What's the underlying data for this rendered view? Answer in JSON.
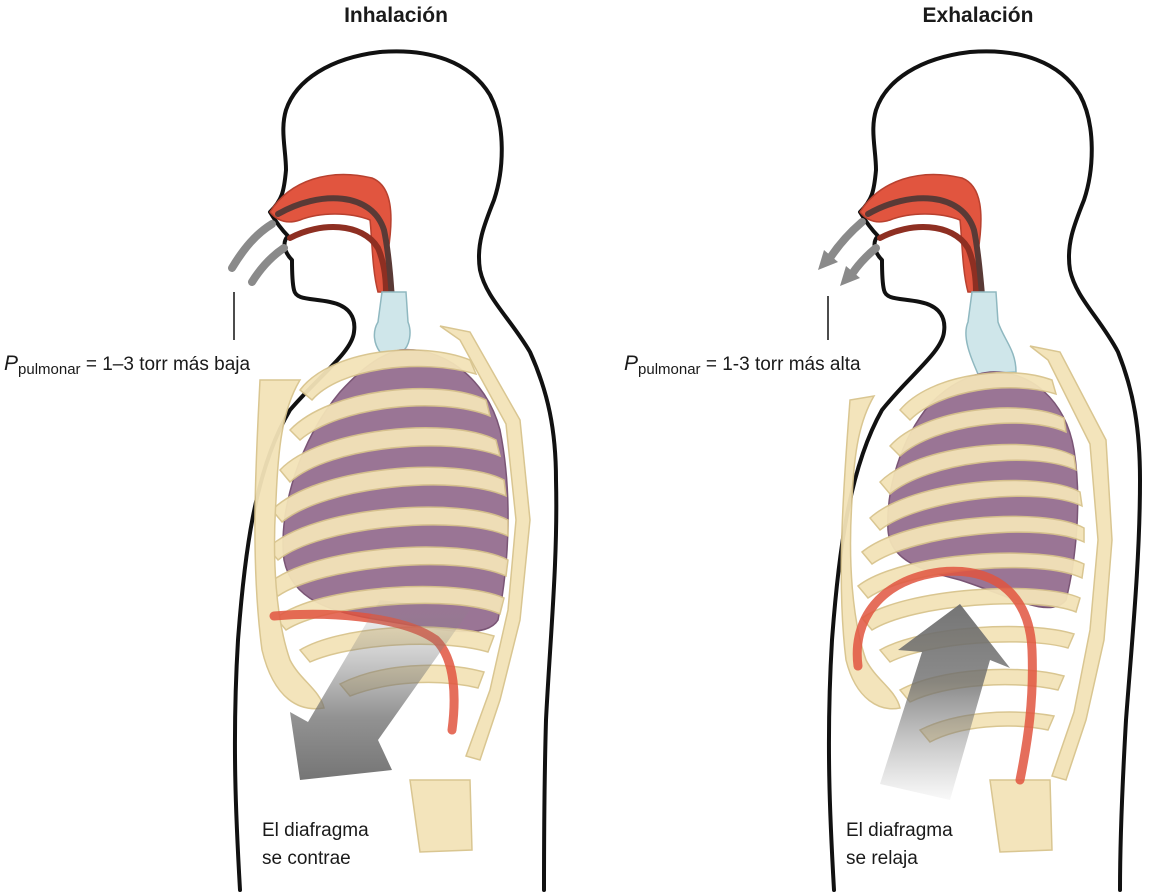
{
  "panels": [
    {
      "title": "Inhalación",
      "pressure": {
        "symbol": "P",
        "subscript": "pulmonar",
        "text": " = 1–3 torr más baja"
      },
      "diaphragm_label": {
        "line1": "El diafragma",
        "line2": "se contrae"
      }
    },
    {
      "title": "Exhalación",
      "pressure": {
        "symbol": "P",
        "subscript": "pulmonar",
        "text": " = 1-3 torr más alta"
      },
      "diaphragm_label": {
        "line1": "El diafragma",
        "line2": "se relaja"
      }
    }
  ],
  "colors": {
    "bone": "#f3e3b8",
    "bone_outline": "#d8c38c",
    "lung": "#9a7595",
    "airway": "#e1553f",
    "trachea": "#cfe6ea",
    "arrow": "#8a8a8a",
    "outline": "#111111"
  }
}
